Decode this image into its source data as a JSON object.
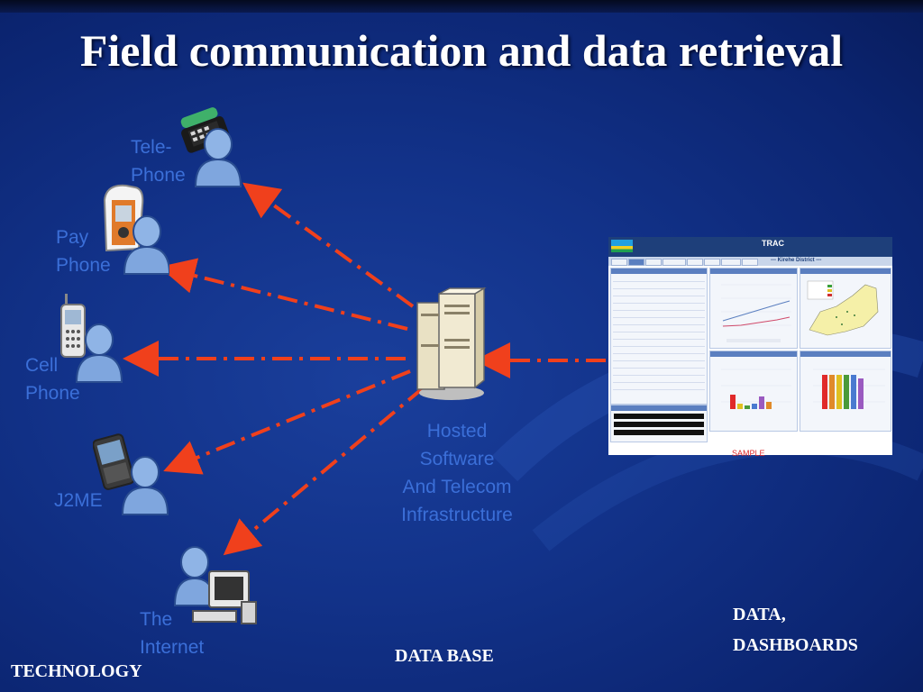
{
  "slide": {
    "title": "Field communication and data retrieval",
    "colors": {
      "background": "#123289",
      "label": "#3b6fd8",
      "arrow": "#f0401c",
      "title": "#ffffff"
    }
  },
  "devices": {
    "telephone": "Tele-\nPhone",
    "pay_phone": "Pay\nPhone",
    "cell_phone": "Cell\nPhone",
    "j2me": "J2ME",
    "internet": "The\nInternet"
  },
  "server": {
    "label": "Hosted\nSoftware\nAnd Telecom\nInfrastructure"
  },
  "dashboard": {
    "sample_label": "SAMPLE",
    "logo_text": "TRAC",
    "district_text": "--- Kirehe District ---"
  },
  "footer": {
    "technology": "TECHNOLOGY",
    "database": "DATA BASE",
    "data_dashboards": "DATA,\nDASHBOARDS"
  }
}
